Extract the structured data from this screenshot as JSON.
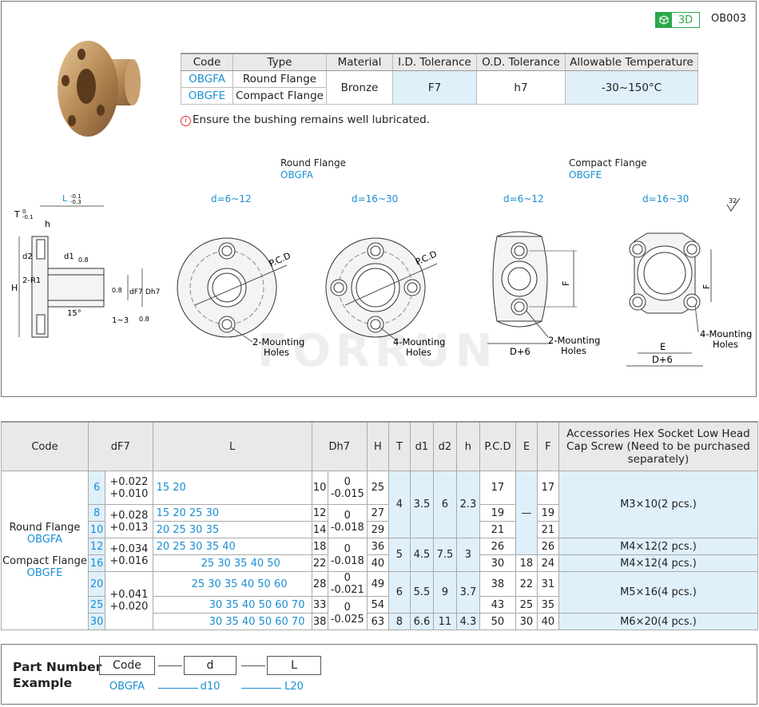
{
  "header": {
    "badge_3d": "3D",
    "product_code": "OB003"
  },
  "spec_table": {
    "headers": [
      "Code",
      "Type",
      "Material",
      "I.D. Tolerance",
      "O.D. Tolerance",
      "Allowable Temperature"
    ],
    "rows": [
      {
        "code": "OBGFA",
        "type": "Round Flange"
      },
      {
        "code": "OBGFE",
        "type": "Compact Flange"
      }
    ],
    "material": "Bronze",
    "id_tol": "F7",
    "od_tol": "h7",
    "temp": "-30~150°C"
  },
  "note": "Ensure the bushing remains well lubricated.",
  "drawing": {
    "round_title": "Round Flange",
    "round_code": "OBGFA",
    "compact_title": "Compact Flange",
    "compact_code": "OBGFE",
    "range_small": "d=6~12",
    "range_large": "d=16~30",
    "pcd": "P.C.D",
    "holes2a": "2-Mounting",
    "holes2b": "Holes",
    "holes4a": "4-Mounting",
    "holes4b": "Holes",
    "dim_F": "F",
    "dim_D6": "D+6",
    "dim_E": "E",
    "side": {
      "L": "L",
      "L_tol_up": "-0.1",
      "L_tol_dn": "-0.3",
      "T": "T",
      "T_tol_up": "0",
      "T_tol_dn": "-0.1",
      "h": "h",
      "d2": "d2",
      "d1": "d1",
      "H": "H",
      "R": "2-R1",
      "dF7": "dF7",
      "Dh7": "Dh7",
      "deg": "15°",
      "one3": "1~3",
      "r08a": "0.8",
      "r08b": "0.8",
      "r08c": "0.8",
      "r32": "32"
    },
    "watermark": "FORRUN"
  },
  "main_table": {
    "headers": [
      "Code",
      "dF7",
      "L",
      "Dh7",
      "H",
      "T",
      "d1",
      "d2",
      "h",
      "P.C.D",
      "E",
      "F",
      "Accessories Hex Socket Low Head Cap Screw (Need to be purchased separately)"
    ],
    "code_labels": [
      "Round Flange",
      "OBGFA",
      "Compact Flange",
      "OBGFE"
    ],
    "rows": [
      {
        "d": "6",
        "L": "15  20",
        "D": "10",
        "H": "25",
        "pcd": "17",
        "F": "17"
      },
      {
        "d": "8",
        "L": "15  20  25  30",
        "D": "12",
        "H": "27",
        "pcd": "19",
        "F": "19"
      },
      {
        "d": "10",
        "L": "20  25  30  35",
        "D": "14",
        "H": "29",
        "pcd": "21",
        "F": "21"
      },
      {
        "d": "12",
        "L": "20  25  30  35  40",
        "D": "18",
        "H": "36",
        "pcd": "26",
        "F": "26"
      },
      {
        "d": "16",
        "L": "25  30  35  40  50",
        "D": "22",
        "H": "40",
        "pcd": "30",
        "E": "18",
        "F": "24"
      },
      {
        "d": "20",
        "L": "25  30  35  40  50  60",
        "D": "28",
        "H": "49",
        "pcd": "38",
        "E": "22",
        "F": "31"
      },
      {
        "d": "25",
        "L": "30  35  40  50  60  70",
        "D": "33",
        "H": "54",
        "pcd": "43",
        "E": "25",
        "F": "35"
      },
      {
        "d": "30",
        "L": "30  35  40  50  60  70",
        "D": "38",
        "H": "63",
        "pcd": "50",
        "E": "30",
        "F": "40"
      }
    ],
    "tol_d": [
      [
        "+0.022",
        "+0.010"
      ],
      [
        "+0.028",
        "+0.013"
      ],
      [
        "+0.034",
        "+0.016"
      ],
      [
        "+0.041",
        "+0.020"
      ]
    ],
    "tol_D": [
      [
        "0",
        "-0.015"
      ],
      [
        "0",
        "-0.018"
      ],
      [
        "0",
        "-0.021"
      ],
      [
        "0",
        "-0.025"
      ]
    ],
    "grp1": {
      "T": "4",
      "d1": "3.5",
      "d2": "6",
      "h": "2.3",
      "E": "—",
      "screw": "M3×10(2 pcs.)"
    },
    "grp2": {
      "T": "5",
      "d1": "4.5",
      "d2": "7.5",
      "h": "3",
      "screw_a": "M4×12(2 pcs.)",
      "screw_b": "M4×12(4 pcs.)"
    },
    "grp3": {
      "T": "6",
      "d1": "5.5",
      "d2": "9",
      "h": "3.7",
      "screw": "M5×16(4 pcs.)"
    },
    "grp4": {
      "T": "8",
      "d1": "6.6",
      "d2": "11",
      "h": "4.3",
      "screw": "M6×20(4 pcs.)"
    }
  },
  "part_number": {
    "title1": "Part Number",
    "title2": "Example",
    "fields": [
      "Code",
      "d",
      "L"
    ],
    "values": [
      "OBGFA",
      "d10",
      "L20"
    ]
  }
}
